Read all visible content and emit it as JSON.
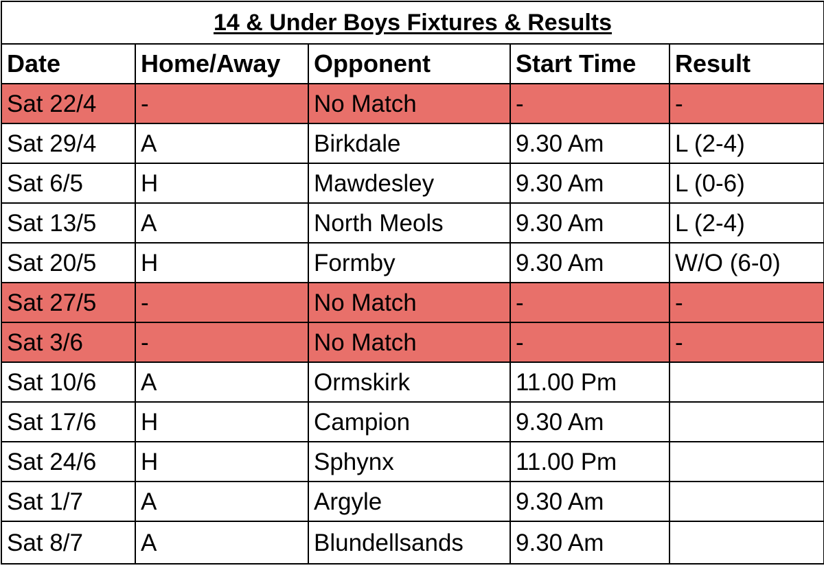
{
  "title": "14 & Under Boys Fixtures & Results",
  "columns": [
    "Date",
    "Home/Away",
    "Opponent",
    "Start Time",
    "Result"
  ],
  "colors": {
    "no_match_fill": "#e8706a",
    "grid": "#000000"
  },
  "rows": [
    {
      "date": "Sat 22/4",
      "home_away": "-",
      "opponent": "No Match",
      "start_time": "-",
      "result": "-",
      "no_match": true
    },
    {
      "date": "Sat 29/4",
      "home_away": "A",
      "opponent": "Birkdale",
      "start_time": "9.30 Am",
      "result": "L (2-4)",
      "no_match": false
    },
    {
      "date": "Sat 6/5",
      "home_away": "H",
      "opponent": "Mawdesley",
      "start_time": "9.30 Am",
      "result": "L (0-6)",
      "no_match": false
    },
    {
      "date": "Sat 13/5",
      "home_away": "A",
      "opponent": "North Meols",
      "start_time": "9.30 Am",
      "result": "L (2-4)",
      "no_match": false
    },
    {
      "date": "Sat 20/5",
      "home_away": "H",
      "opponent": "Formby",
      "start_time": "9.30 Am",
      "result": "W/O (6-0)",
      "no_match": false
    },
    {
      "date": "Sat 27/5",
      "home_away": "-",
      "opponent": "No Match",
      "start_time": "-",
      "result": "-",
      "no_match": true
    },
    {
      "date": "Sat 3/6",
      "home_away": "-",
      "opponent": "No Match",
      "start_time": "-",
      "result": "-",
      "no_match": true
    },
    {
      "date": "Sat 10/6",
      "home_away": "A",
      "opponent": "Ormskirk",
      "start_time": "11.00 Pm",
      "result": "",
      "no_match": false
    },
    {
      "date": "Sat 17/6",
      "home_away": "H",
      "opponent": "Campion",
      "start_time": "9.30 Am",
      "result": "",
      "no_match": false
    },
    {
      "date": "Sat 24/6",
      "home_away": "H",
      "opponent": "Sphynx",
      "start_time": "11.00 Pm",
      "result": "",
      "no_match": false
    },
    {
      "date": "Sat 1/7",
      "home_away": "A",
      "opponent": "Argyle",
      "start_time": "9.30 Am",
      "result": "",
      "no_match": false
    },
    {
      "date": "Sat 8/7",
      "home_away": "A",
      "opponent": "Blundellsands",
      "start_time": "9.30 Am",
      "result": "",
      "no_match": false
    }
  ]
}
